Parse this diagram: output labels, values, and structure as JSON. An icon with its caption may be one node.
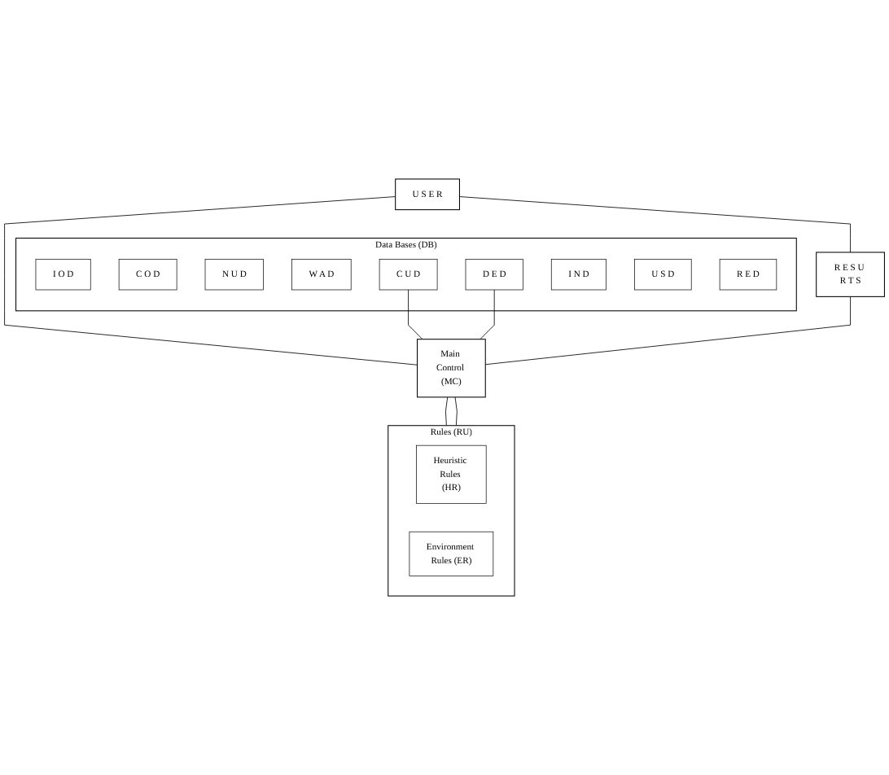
{
  "diagram": {
    "nodes": [
      {
        "text": [
          "U S E R"
        ]
      },
      {
        "text": [
          "Data Bases (DB)"
        ]
      },
      {
        "text": [
          "I O D"
        ],
        "in": 1
      },
      {
        "text": [
          "C O D"
        ],
        "in": 1
      },
      {
        "text": [
          "N U D"
        ],
        "in": 1
      },
      {
        "text": [
          "W A D"
        ],
        "in": 1
      },
      {
        "text": [
          "C U D"
        ],
        "in": 1
      },
      {
        "text": [
          "D E D"
        ],
        "in": 1
      },
      {
        "text": [
          "I N D"
        ],
        "in": 1
      },
      {
        "text": [
          "U S D"
        ],
        "in": 1
      },
      {
        "text": [
          "R E D"
        ],
        "in": 1
      },
      {
        "text": [
          "Main Control (MC)"
        ]
      },
      {
        "text": [
          "R E S U R T S"
        ]
      },
      {
        "text": [
          "Rules (RU)"
        ]
      },
      {
        "text": [
          "Heuristic Rules (HR)"
        ],
        "in": 13
      },
      {
        "text": [
          "Environment Rules (ER)"
        ],
        "in": 13
      }
    ],
    "edges": [
      {
        "from": 0,
        "to": 11,
        "arrow": "none"
      },
      {
        "from": 6,
        "to": 11,
        "arrow": "none"
      },
      {
        "from": 7,
        "to": 11,
        "arrow": "none"
      },
      {
        "from": 0,
        "to": 12,
        "arrow": "none"
      },
      {
        "from": 12,
        "to": 11,
        "arrow": "none"
      },
      {
        "from": 11,
        "to": 13,
        "arrow": "none"
      },
      {
        "from": 11,
        "to": 13,
        "arrow": "none"
      }
    ]
  }
}
